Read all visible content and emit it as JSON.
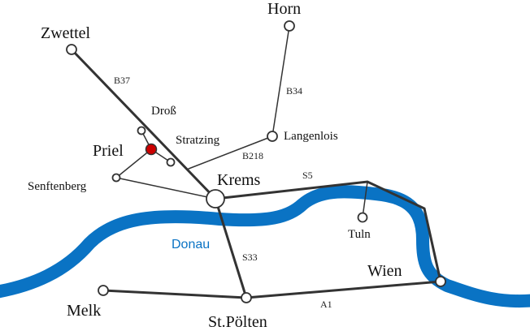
{
  "colors": {
    "river": "#0a73c4",
    "road": "#333333",
    "highlight": "#cc0000",
    "highlight_text": "#d11414",
    "river_text": "#0a73c4"
  },
  "places": {
    "zwettel": "Zwettel",
    "horn": "Horn",
    "dross": "Droß",
    "stratzing": "Stratzing",
    "langenlois": "Langenlois",
    "priel": "Priel",
    "senftenberg": "Senftenberg",
    "krems": "Krems",
    "tuln": "Tuln",
    "wien": "Wien",
    "melk": "Melk",
    "st_poelten": "St.Pölten"
  },
  "roads": {
    "b37": "B37",
    "b34": "B34",
    "b218": "B218",
    "s5": "S5",
    "s33": "S33",
    "a1": "A1"
  },
  "river": {
    "name": "Donau"
  }
}
